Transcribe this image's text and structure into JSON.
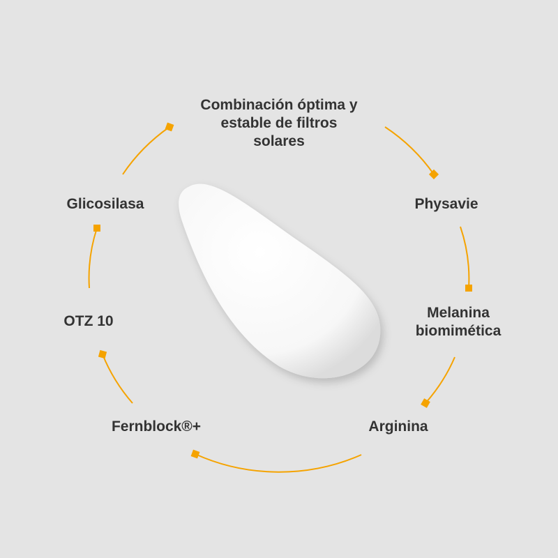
{
  "colors": {
    "accent": "#f5a300",
    "text": "#333333",
    "background": "#e4e4e4"
  },
  "ingredients": [
    {
      "label": "Combinación óptima y"
    },
    {
      "label": "estable de filtros"
    },
    {
      "label": "solares"
    },
    {
      "label": "Physavie"
    },
    {
      "label": "Melanina"
    },
    {
      "label": "biomimética"
    },
    {
      "label": "Arginina"
    },
    {
      "label": "Fernblock®+"
    },
    {
      "label": "OTZ 10"
    },
    {
      "label": "Glicosilasa"
    }
  ]
}
